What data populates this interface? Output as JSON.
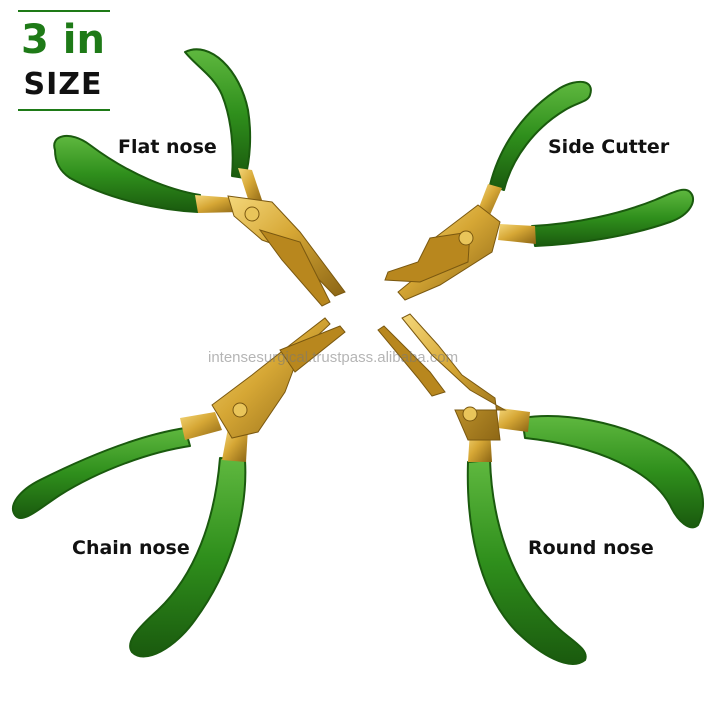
{
  "badge": {
    "size_value": "3 in",
    "size_unit": "SIZE"
  },
  "labels": {
    "flat_nose": "Flat nose",
    "side_cutter": "Side Cutter",
    "chain_nose": "Chain nose",
    "round_nose": "Round nose"
  },
  "watermark": "intensesurgical.trustpass.alibaba.com",
  "colors": {
    "handle_green": "#2f8f1c",
    "handle_green_dark": "#1d6410",
    "metal_gold": "#c89a2a",
    "metal_gold_light": "#f0cf6a",
    "text_dark": "#111111",
    "badge_green": "#1e7a17"
  }
}
